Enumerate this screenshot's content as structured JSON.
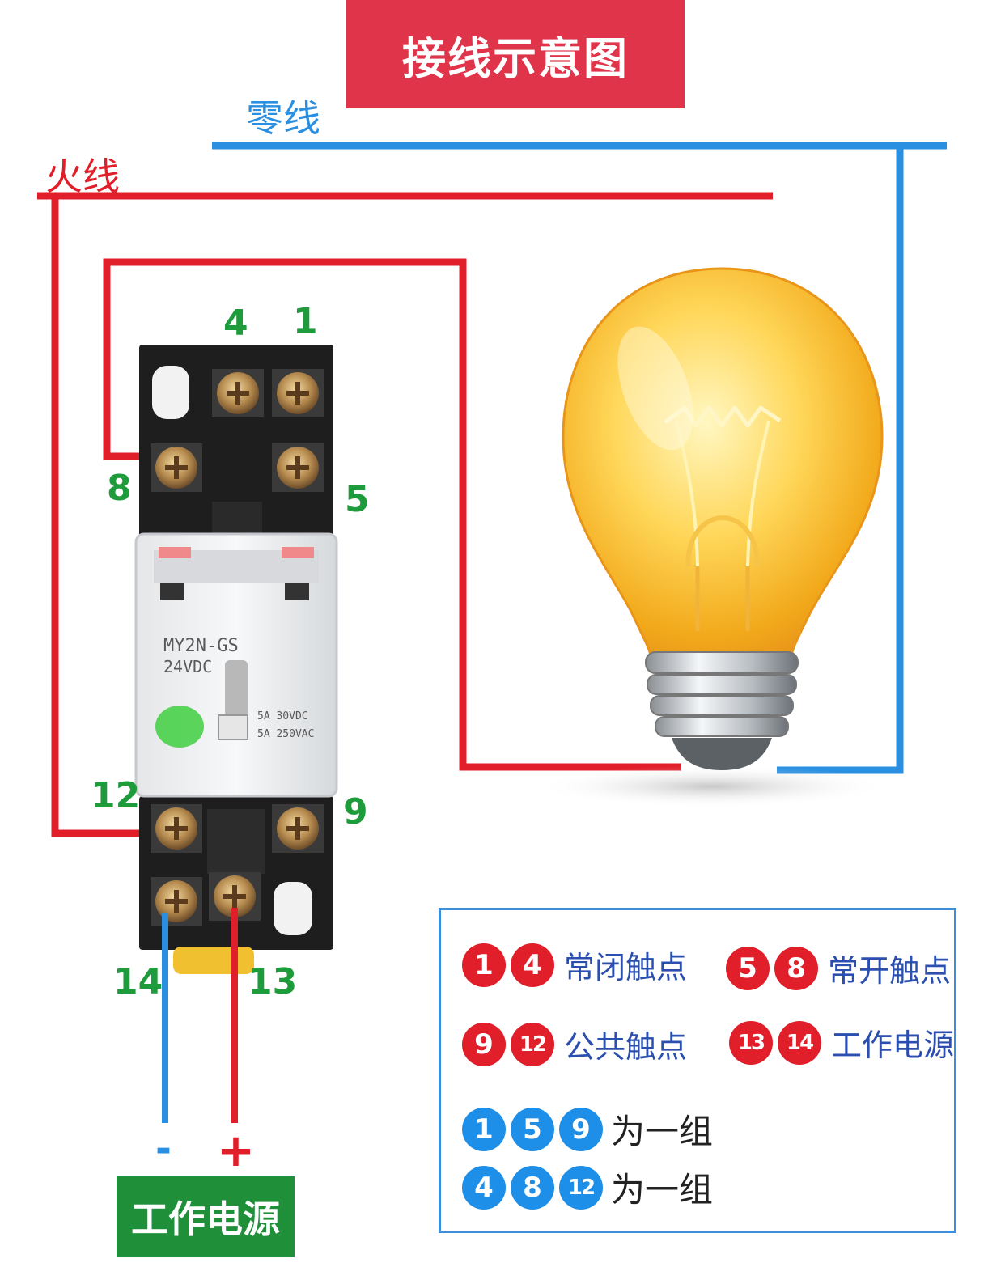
{
  "title": "接线示意图",
  "wires": {
    "neutral_label": "零线",
    "live_label": "火线"
  },
  "colors": {
    "title_bg": "#e0344a",
    "neutral_wire": "#2a8fe0",
    "live_wire": "#e01f2a",
    "pin_label": "#1e9c3c",
    "power_box": "#1f8f3a",
    "legend_border": "#3d8fdb"
  },
  "relay": {
    "model": "MY2N-GS",
    "voltage": "24VDC",
    "rating_dc": "5A 30VDC",
    "rating_ac": "5A 250VAC"
  },
  "pins": {
    "p4": "4",
    "p1": "1",
    "p8": "8",
    "p5": "5",
    "p12": "12",
    "p9": "9",
    "p14": "14",
    "p13": "13"
  },
  "power": {
    "minus": "-",
    "plus": "+",
    "label": "工作电源"
  },
  "legend": {
    "row1": {
      "nums": [
        "1",
        "4"
      ],
      "text": "常闭触点"
    },
    "row2": {
      "nums": [
        "5",
        "8"
      ],
      "text": "常开触点"
    },
    "row3": {
      "nums": [
        "9",
        "12"
      ],
      "text": "公共触点"
    },
    "row4": {
      "nums": [
        "13",
        "14"
      ],
      "text": "工作电源"
    },
    "group1": {
      "nums": [
        "1",
        "5",
        "9"
      ],
      "text": "为一组"
    },
    "group2": {
      "nums": [
        "4",
        "8",
        "12"
      ],
      "text": "为一组"
    }
  }
}
